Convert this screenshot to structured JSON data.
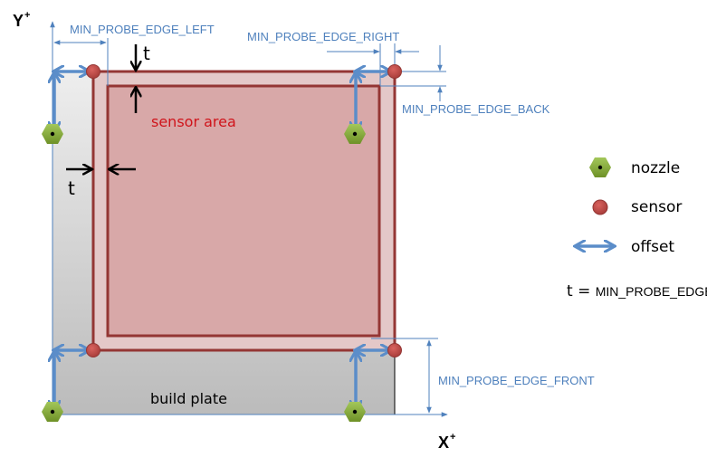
{
  "diagram": {
    "axes": {
      "y_label": "Y",
      "y_sup": "+",
      "x_label": "X",
      "x_sup": "+"
    },
    "dimensions": {
      "left": "MIN_PROBE_EDGE_LEFT",
      "right": "MIN_PROBE_EDGE_RIGHT",
      "back": "MIN_PROBE_EDGE_BACK",
      "front": "MIN_PROBE_EDGE_FRONT"
    },
    "t_label_top": "t",
    "t_label_left": "t",
    "sensor_area_label": "sensor area",
    "build_plate_label": "build plate",
    "legend": {
      "items": [
        {
          "icon": "nozzle-hexagon",
          "label": "nozzle"
        },
        {
          "icon": "sensor-circle",
          "label": "sensor"
        },
        {
          "icon": "offset-double-arrow",
          "label": "offset"
        }
      ],
      "t_def_prefix": "t = ",
      "t_def_value": "MIN_PROBE_EDGE"
    },
    "colors": {
      "dimension_blue": "#4f81bd",
      "offset_arrow_blue": "#5b8dc9",
      "sensor_red": "#c0504d",
      "sensor_border": "#943634",
      "sensor_area_fill": "#d8a8a8",
      "sensor_band_fill": "#e4c8c8",
      "nozzle_green": "#8db33c",
      "sensor_area_text": "#d0141b",
      "plate_gray_top": "#ececec",
      "plate_gray_bottom": "#bdbdbd"
    }
  }
}
